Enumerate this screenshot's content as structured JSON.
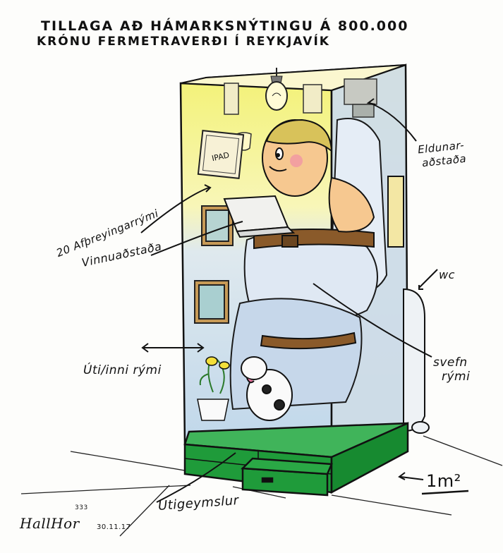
{
  "cartoon": {
    "title_line1": "TILLAGA AÐ HÁMARKSNÝTINGU Á 800.000",
    "title_line2": "KRÓNU FERMETRAVERÐI Í REYKJAVÍK",
    "labels": {
      "eldunar_line1": "Eldunar-",
      "eldunar_line2": "aðstaða",
      "afpreying": "20 Afþreyingarrými",
      "vinnu": "Vinnuaðstaða",
      "wc": "wc",
      "svefn_line1": "svefn",
      "svefn_line2": "rými",
      "uti_inni": "Úti/inni rými",
      "utigeymslur": "Útigeymslur",
      "area": "1m²",
      "ipad": "IPAD"
    },
    "signature": "HallHor",
    "signature_number": "333",
    "signature_date": "30.11.17"
  },
  "colors": {
    "green_base": "#1f9b3a",
    "glass_yellow": "#f4f27a",
    "glass_blue": "#c8dcef",
    "skin": "#f6c890",
    "hair": "#d8c25a",
    "belt": "#8a5a2a"
  }
}
